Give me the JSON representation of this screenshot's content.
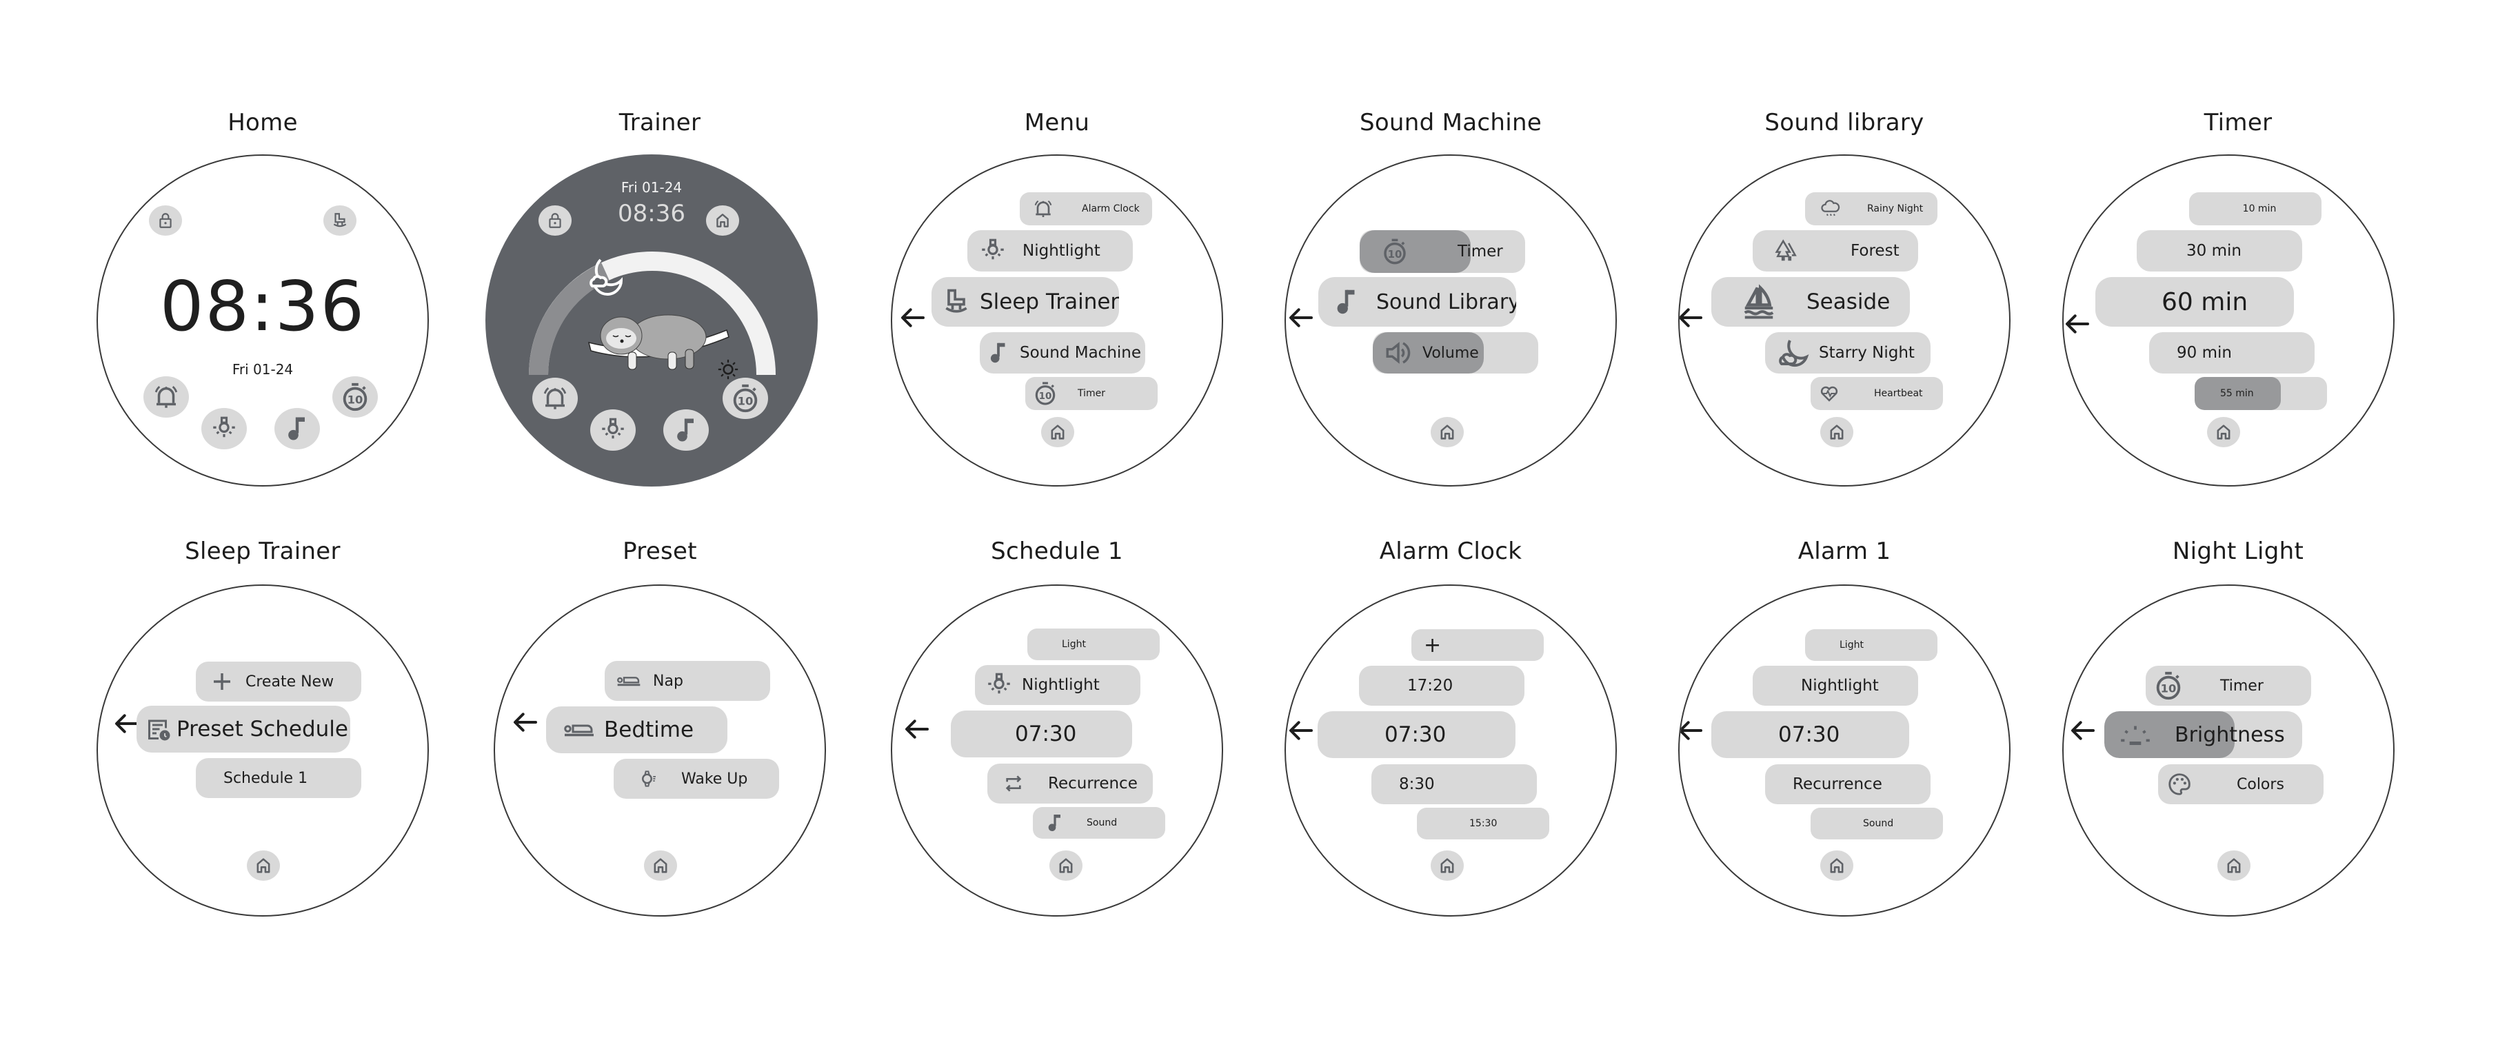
{
  "colors": {
    "pill_bg": "#d9d9d9",
    "pill_fill_active": "#98999b",
    "icon": "#5f6267",
    "trainer_bg": "#5f6267",
    "text": "#1e1e1e"
  },
  "screens": {
    "home": {
      "title": "Home",
      "time": "08:36",
      "date": "Fri 01-24",
      "buttons": [
        "lock",
        "sleep-trainer",
        "alarm",
        "nightlight",
        "sound",
        "timer"
      ]
    },
    "trainer": {
      "title": "Trainer",
      "date": "Fri 01-24",
      "time": "08:36",
      "buttons": [
        "lock",
        "home",
        "alarm",
        "nightlight",
        "sound",
        "timer"
      ],
      "progress_percent": 22
    },
    "menu": {
      "title": "Menu",
      "items": [
        {
          "label": "Alarm Clock",
          "icon": "alarm-icon"
        },
        {
          "label": "Nightlight",
          "icon": "nightlight-icon"
        },
        {
          "label": "Sleep Trainer",
          "icon": "rocking-chair-icon"
        },
        {
          "label": "Sound Machine",
          "icon": "music-note-icon"
        },
        {
          "label": "Timer",
          "icon": "timer-10-icon"
        }
      ]
    },
    "sound_machine": {
      "title": "Sound Machine",
      "items": [
        {
          "label": "Timer",
          "icon": "timer-10-icon",
          "fill_percent": 67
        },
        {
          "label": "Sound Library",
          "icon": "music-note-icon"
        },
        {
          "label": "Volume",
          "icon": "volume-icon",
          "fill_percent": 67
        }
      ]
    },
    "sound_library": {
      "title": "Sound library",
      "items": [
        {
          "label": "Rainy Night",
          "icon": "rain-cloud-icon"
        },
        {
          "label": "Forest",
          "icon": "forest-icon"
        },
        {
          "label": "Seaside",
          "icon": "sailboat-icon"
        },
        {
          "label": "Starry Night",
          "icon": "moon-cloud-icon"
        },
        {
          "label": "Heartbeat",
          "icon": "heartbeat-icon"
        }
      ]
    },
    "timer": {
      "title": "Timer",
      "items": [
        {
          "label": "10 min"
        },
        {
          "label": "30 min"
        },
        {
          "label": "60 min"
        },
        {
          "label": "90 min"
        },
        {
          "label": "55 min",
          "fill_percent": 65
        }
      ]
    },
    "sleep_trainer": {
      "title": "Sleep Trainer",
      "items": [
        {
          "label": "Create New",
          "icon": "plus-icon"
        },
        {
          "label": "Preset Schedule",
          "icon": "schedule-list-icon"
        },
        {
          "label": "Schedule 1"
        }
      ]
    },
    "preset": {
      "title": "Preset",
      "items": [
        {
          "label": "Nap",
          "icon": "bed-icon"
        },
        {
          "label": "Bedtime",
          "icon": "bed-icon"
        },
        {
          "label": "Wake Up",
          "icon": "watch-icon"
        }
      ]
    },
    "schedule_1": {
      "title": "Schedule 1",
      "items": [
        {
          "label": "Light"
        },
        {
          "label": "Nightlight",
          "icon": "nightlight-icon"
        },
        {
          "label": "07:30"
        },
        {
          "label": "Recurrence",
          "icon": "repeat-icon"
        },
        {
          "label": "Sound",
          "icon": "music-note-icon"
        }
      ]
    },
    "alarm_clock": {
      "title": "Alarm Clock",
      "items": [
        {
          "label": "+"
        },
        {
          "label": "17:20"
        },
        {
          "label": "07:30"
        },
        {
          "label": "8:30"
        },
        {
          "label": "15:30"
        }
      ]
    },
    "alarm_1": {
      "title": "Alarm 1",
      "items": [
        {
          "label": "Light"
        },
        {
          "label": "Nightlight"
        },
        {
          "label": "07:30"
        },
        {
          "label": "Recurrence"
        },
        {
          "label": "Sound"
        }
      ]
    },
    "night_light": {
      "title": "Night Light",
      "items": [
        {
          "label": "Timer",
          "icon": "timer-10-icon"
        },
        {
          "label": "Brightness",
          "icon": "brightness-icon",
          "fill_percent": 66
        },
        {
          "label": "Colors",
          "icon": "palette-icon"
        }
      ]
    }
  }
}
